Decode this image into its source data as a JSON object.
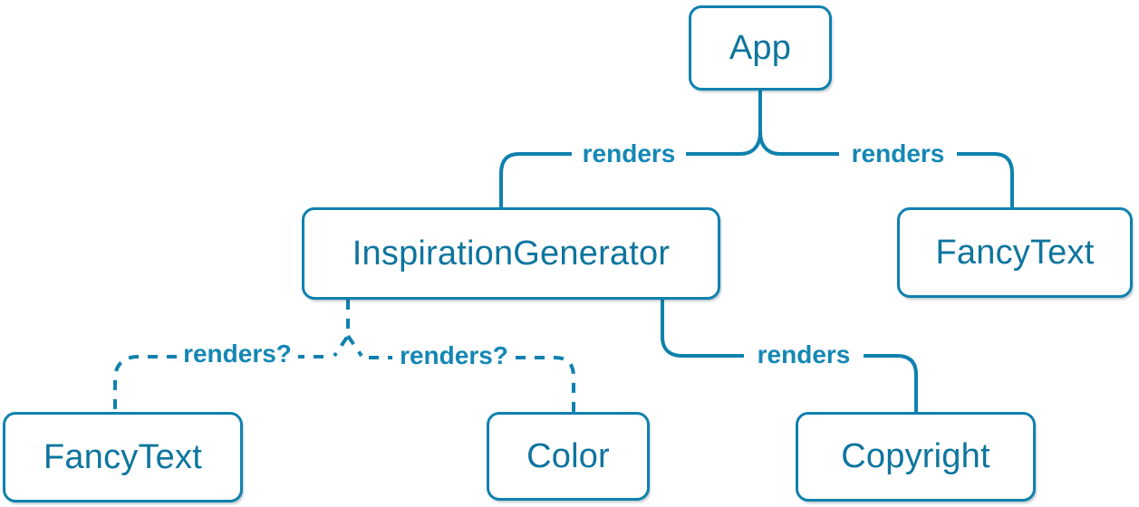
{
  "diagram": {
    "type": "component-tree",
    "nodes": [
      {
        "id": "app",
        "label": "App"
      },
      {
        "id": "inspiration-generator",
        "label": "InspirationGenerator"
      },
      {
        "id": "fancy-text-top",
        "label": "FancyText"
      },
      {
        "id": "fancy-text-bottom",
        "label": "FancyText"
      },
      {
        "id": "color",
        "label": "Color"
      },
      {
        "id": "copyright",
        "label": "Copyright"
      }
    ],
    "edges": [
      {
        "from": "App",
        "to": "InspirationGenerator",
        "label": "renders",
        "style": "solid"
      },
      {
        "from": "App",
        "to": "FancyText",
        "label": "renders",
        "style": "solid"
      },
      {
        "from": "InspirationGenerator",
        "to": "FancyText",
        "label": "renders?",
        "style": "dashed"
      },
      {
        "from": "InspirationGenerator",
        "to": "Color",
        "label": "renders?",
        "style": "dashed"
      },
      {
        "from": "InspirationGenerator",
        "to": "Copyright",
        "label": "renders",
        "style": "solid"
      }
    ],
    "colors": {
      "node_border": "#0f81ae",
      "node_text": "#0e759e",
      "node_background": "#ffffff",
      "edge_line": "#0f81ae",
      "edge_label_text": "#1487b5"
    }
  }
}
